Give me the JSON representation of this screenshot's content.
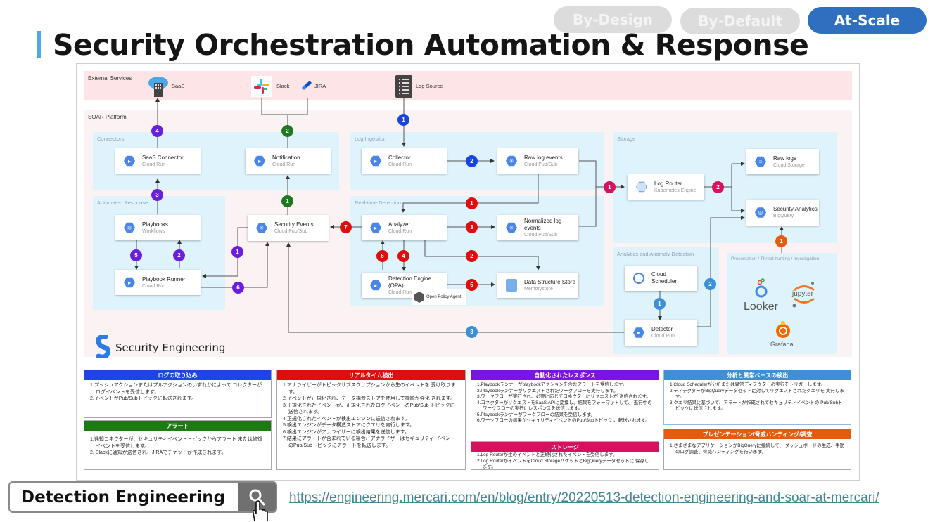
{
  "header": {
    "title": "Security Orchestration Automation & Response",
    "tabs": [
      {
        "label": "By-Design",
        "active": false
      },
      {
        "label": "By-Default",
        "active": false
      },
      {
        "label": "At-Scale",
        "active": true
      }
    ]
  },
  "diagram": {
    "regions": {
      "external": "External Services",
      "platform": "SOAR Platform"
    },
    "groups": {
      "connectors": "Connectors",
      "automated_response": "Automated Response",
      "log_ingestion": "Log Ingestion",
      "realtime": "Real-time Detection",
      "storage": "Storage",
      "analytics": "Analytics and Anomaly Detection",
      "presentation": "Presentation / Threat hunting / investigation"
    },
    "external": {
      "saas": "SaaS",
      "slack": "Slack",
      "jira": "JIRA",
      "log_source": "Log Source"
    },
    "nodes": {
      "saas_connector": {
        "title": "SaaS Connector",
        "sub": "Cloud Run"
      },
      "notification": {
        "title": "Notification",
        "sub": "Cloud Run"
      },
      "collector": {
        "title": "Collector",
        "sub": "Cloud Run"
      },
      "raw_log_events": {
        "title": "Raw log events",
        "sub": "Cloud Pub/Sub"
      },
      "playbooks": {
        "title": "Playbooks",
        "sub": "Workflows"
      },
      "playbook_runner": {
        "title": "Playbook Runner",
        "sub": "Cloud Run"
      },
      "security_events": {
        "title": "Security Events",
        "sub": "Cloud Pub/Sub"
      },
      "analyzer": {
        "title": "Analyzer",
        "sub": "Cloud Run"
      },
      "normalized_log_events": {
        "title": "Normalized log events",
        "sub": "Cloud Pub/Sub"
      },
      "detection_engine": {
        "title": "Detection Engine (OPA)",
        "sub": "Cloud Run"
      },
      "data_structure_store": {
        "title": "Data Structure Store",
        "sub": "Memorystore"
      },
      "log_router": {
        "title": "Log Router",
        "sub": "Kubernetes Engine"
      },
      "raw_logs": {
        "title": "Raw logs",
        "sub": "Cloud Storage"
      },
      "security_analytics": {
        "title": "Security Analytics",
        "sub": "BigQuery"
      },
      "cloud_scheduler": {
        "title": "Cloud Scheduler",
        "sub": ""
      },
      "detector": {
        "title": "Detector",
        "sub": "Cloud Run"
      }
    },
    "opa_label": "Open Policy Agent",
    "tools": {
      "looker": "Looker",
      "jupyter": "jupyter",
      "grafana": "Grafana"
    },
    "brand": "Security Engineering",
    "badges": {
      "blue_1": "1",
      "blue_2": "2",
      "green_2": "2",
      "green_1": "1",
      "purple_4": "4",
      "purple_3": "3",
      "purple_5": "5",
      "purple_2": "2",
      "purple_1": "1",
      "purple_6": "6",
      "red_1": "1",
      "red_3": "3",
      "red_2": "2",
      "red_4": "4",
      "red_6": "6",
      "red_5": "5",
      "red_7": "7",
      "pink_1": "1",
      "pink_2": "2",
      "orange_1": "1",
      "lblue_1": "1",
      "lblue_2": "2",
      "lblue_3": "3"
    },
    "colors": {
      "blue": "#1a44e0",
      "green": "#1f7a1f",
      "purple": "#6a1ee0",
      "red": "#e00d0d",
      "pink": "#d6115e",
      "orange": "#e85a0c",
      "lightblue": "#3d8fd8"
    }
  },
  "info_boxes": [
    {
      "title": "ログの取り込み",
      "color": "#1f44e6",
      "lines": [
        "1.プッシュアクションまたはプルアクションのいずれかによって コレクターがログイベントを受信します。",
        "2.イベントがPub/Subトピックに転送されます。"
      ]
    },
    {
      "title": "アラート",
      "color": "#1c7a12",
      "lines": [
        "1.通知コネクターが、セキュリティイベントトピックからアラート または修復イベントを受信します。",
        "2. Slackに通知が送信され、JIRAでチケットが作成されます。"
      ]
    },
    {
      "title": "リアルタイム検出",
      "color": "#e00d0d",
      "lines": [
        "1.アナライザーがトピックサブスクリプションから生のイベントを 受け取ります。",
        "2.イベントが正規化され、データ構造ストアを使用して機能が強化 されます。",
        "3.正規化されたイベントが、正規化されたログイベントのPub/Sub トピックに送信されます。",
        "4.正規化されたイベントが検出エンジンに送信されます。",
        "5.検出エンジンがデータ構造ストアにクエリを実行します。",
        "6.検出エンジンがアナライザーに検出結果を送信します。",
        "7.結果にアラートが含まれている場合、アナライザーはセキュリティ イベントのPub/Subトピックにアラートを転送します。"
      ]
    },
    {
      "title": "自動化されたレスポンス",
      "color": "#7a14e6",
      "lines": [
        "1.Playbookランナーがplaybookアクションを含むアラートを受信します。",
        "2.Playbookランナーがリクエストされたワークフローを実行します。",
        "3.ワークフローが実行され、必要に応じてコネクターにリクエストが 送信されます。",
        "4.コネクターがリクエストをSaaS APIに変換し、結果をフォーマットして、 進行中のワークフローの実行にレスポンスを送信します。",
        "5.Playbookランナーがワークフローの結果を受信します。",
        "6.ワークフローの結果がセキュリティイベントのPub/Subトピックに 転送されます。"
      ]
    },
    {
      "title": "ストレージ",
      "color": "#d6115e",
      "lines": [
        "1.Log Routerが生のイベントと正規化されたイベントを受信します。",
        "2.Log RouterがイベントをCloud StorageバケットとBigQueryデータセットに 保存します。"
      ]
    },
    {
      "title": "分析と異常ベースの検出",
      "color": "#3d8fd8",
      "lines": [
        "1.Cloud Schedulerが分析または異常ディテクターの実行をトリガーします。",
        "2.ディテクターがBigQueryデータセットに対してリクエストされたクエリを 実行します。",
        "3.クエリ結果に基づいて、アラートが作成されてセキュリティイベントの Pub/Subトピックに送信されます。"
      ]
    },
    {
      "title": "プレゼンテーション/脅威ハンティング/調査",
      "color": "#e85a0c",
      "lines": [
        "1.さまざまなアプリケーションがBigQueryに接続して、 ダッシュボードの生成、手動のログ調査、脅威ハンティングを行います。"
      ]
    }
  ],
  "footer": {
    "search_text": "Detection Engineering",
    "link": "https://engineering.mercari.com/en/blog/entry/20220513-detection-engineering-and-soar-at-mercari/"
  }
}
